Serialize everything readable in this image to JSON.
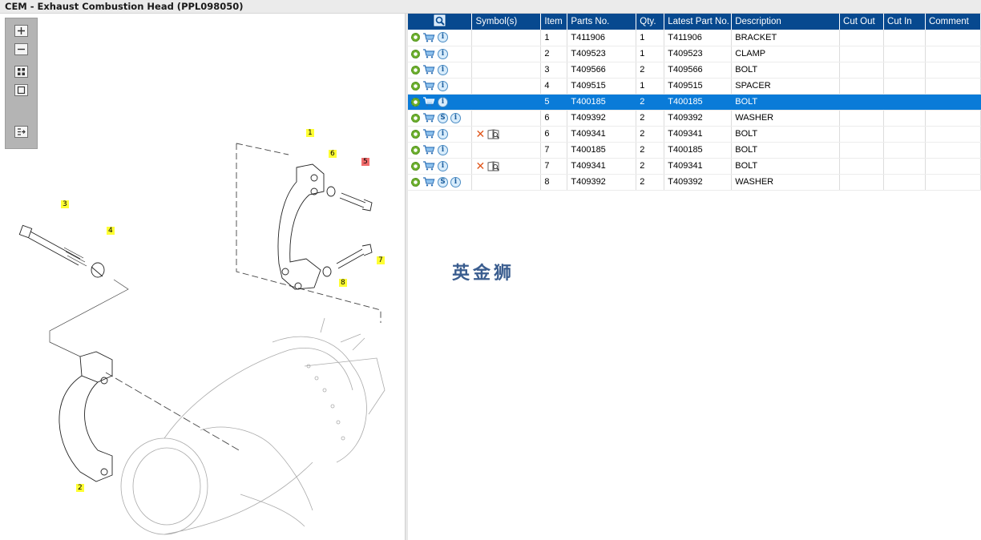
{
  "window": {
    "title": "CEM - Exhaust Combustion Head (PPL098050)"
  },
  "toolbar": {
    "zoom_in": "zoom-in-icon",
    "zoom_out": "zoom-out-icon",
    "fit": "fit-icon",
    "actual": "actual-size-icon",
    "list": "list-export-icon"
  },
  "drawing": {
    "callouts": [
      {
        "label": "1",
        "highlight": "yellow"
      },
      {
        "label": "2",
        "highlight": "yellow"
      },
      {
        "label": "3",
        "highlight": "yellow"
      },
      {
        "label": "4",
        "highlight": "yellow"
      },
      {
        "label": "5",
        "highlight": "red"
      },
      {
        "label": "6",
        "highlight": "yellow"
      },
      {
        "label": "7",
        "highlight": "yellow"
      },
      {
        "label": "8",
        "highlight": "yellow"
      }
    ]
  },
  "table": {
    "columns": {
      "icon": "search-icon",
      "symbols": "Symbol(s)",
      "item": "Item",
      "parts_no": "Parts No.",
      "qty": "Qty.",
      "latest": "Latest Part No.",
      "description": "Description",
      "cut_out": "Cut Out",
      "cut_in": "Cut In",
      "comment": "Comment"
    },
    "rows": [
      {
        "item": "1",
        "parts_no": "T411906",
        "qty": "1",
        "latest": "T411906",
        "description": "BRACKET",
        "s": false,
        "x": false
      },
      {
        "item": "2",
        "parts_no": "T409523",
        "qty": "1",
        "latest": "T409523",
        "description": "CLAMP",
        "s": false,
        "x": false
      },
      {
        "item": "3",
        "parts_no": "T409566",
        "qty": "2",
        "latest": "T409566",
        "description": "BOLT",
        "s": false,
        "x": false
      },
      {
        "item": "4",
        "parts_no": "T409515",
        "qty": "1",
        "latest": "T409515",
        "description": "SPACER",
        "s": false,
        "x": false
      },
      {
        "item": "5",
        "parts_no": "T400185",
        "qty": "2",
        "latest": "T400185",
        "description": "BOLT",
        "s": false,
        "x": false,
        "selected": true
      },
      {
        "item": "6",
        "parts_no": "T409392",
        "qty": "2",
        "latest": "T409392",
        "description": "WASHER",
        "s": true,
        "x": false
      },
      {
        "item": "6",
        "parts_no": "T409341",
        "qty": "2",
        "latest": "T409341",
        "description": "BOLT",
        "s": false,
        "x": true
      },
      {
        "item": "7",
        "parts_no": "T400185",
        "qty": "2",
        "latest": "T400185",
        "description": "BOLT",
        "s": false,
        "x": false
      },
      {
        "item": "7",
        "parts_no": "T409341",
        "qty": "2",
        "latest": "T409341",
        "description": "BOLT",
        "s": false,
        "x": true
      },
      {
        "item": "8",
        "parts_no": "T409392",
        "qty": "2",
        "latest": "T409392",
        "description": "WASHER",
        "s": true,
        "x": false
      }
    ]
  },
  "watermark": "英金狮",
  "colors": {
    "header": "#07498f",
    "selected": "#0a7bd8",
    "callout": "#ffff33",
    "callout_red": "#f06b6b"
  }
}
